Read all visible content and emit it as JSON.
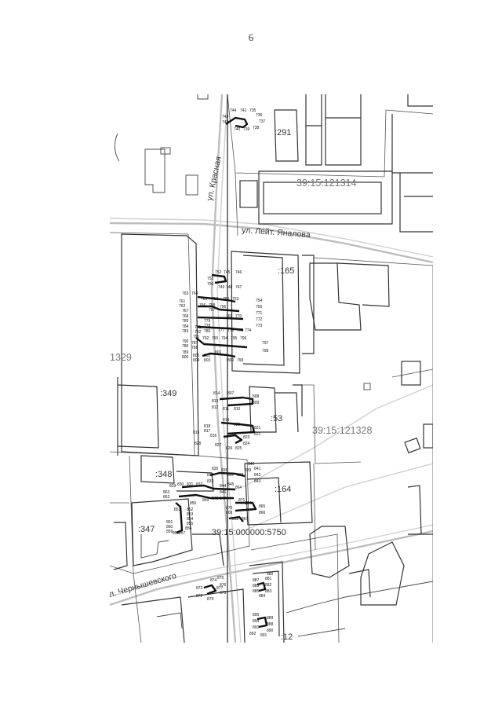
{
  "page": {
    "number": "6"
  },
  "streets": {
    "krasnaya": "ул. Красная",
    "yanalova": "ул. Лейт. Яналова",
    "chernyshevskogo": "л. Чернышевского"
  },
  "cadastral": {
    "block_121314": "39:15:121314",
    "block_121328": "39:15:121328",
    "parcel_5750": "39:15:000000:5750",
    "parcel_1329": "1329",
    "parcel_291": ":291",
    "parcel_165": ":165",
    "parcel_349": ":349",
    "parcel_53": ":53",
    "parcel_348": ":348",
    "parcel_164": ":164",
    "parcel_347": ":347",
    "parcel_12": ":12"
  },
  "points": {
    "p735": "735",
    "p736": "736",
    "p737": "737",
    "p738": "738",
    "p739": "739",
    "p740": "740",
    "p741": "741",
    "p742": "742",
    "p743": "743",
    "p744": "744",
    "p745": "745",
    "p746": "746",
    "p747": "747",
    "p748": "748",
    "p749": "749",
    "p750": "750",
    "p751": "751",
    "p752": "752",
    "p753": "753",
    "p754": "754",
    "p755": "755",
    "p756": "756",
    "p757": "757",
    "p758": "758",
    "p759": "759",
    "p760": "760",
    "p761": "761",
    "p762": "762",
    "p763": "763",
    "p764": "764",
    "p765": "765",
    "p766": "766",
    "p767": "767",
    "p768": "768",
    "p769": "769",
    "p770": "770",
    "p771": "771",
    "p772": "772",
    "p773": "773",
    "p774": "774",
    "p775": "775",
    "p776": "776",
    "p777": "777",
    "p778": "778",
    "p779": "779",
    "p780": "780",
    "p781": "781",
    "p782": "782",
    "p783": "783",
    "p784": "784",
    "p785": "785",
    "p786": "786",
    "p787": "787",
    "p788": "788",
    "p789": "789",
    "p790": "790",
    "p791": "791",
    "p792": "792",
    "p793": "793",
    "p794": "794",
    "p795": "795",
    "p796": "796",
    "p797": "797",
    "p798": "798",
    "p799": "799",
    "p800": "800",
    "p801": "801",
    "p802": "802",
    "p803": "803",
    "p804": "804",
    "p805": "805",
    "p806": "806",
    "p807": "807",
    "p808": "808",
    "p809": "809",
    "p810": "810",
    "p811": "811",
    "p812": "812",
    "p813": "813",
    "p814": "814",
    "p815": "815",
    "p816": "816",
    "p817": "817",
    "p818": "818",
    "p819": "819",
    "p820": "820",
    "p821": "821",
    "p822": "822",
    "p823": "823",
    "p824": "824",
    "p825": "825",
    "p826": "826",
    "p827": "827",
    "p828": "828",
    "p829": "829",
    "p830": "830",
    "p831": "831",
    "p832": "832",
    "p833": "833",
    "p834": "834",
    "p835": "835",
    "p836": "836",
    "p837": "837",
    "p838": "838",
    "p839": "839",
    "p840": "840",
    "p841": "841",
    "p842": "842",
    "p843": "843",
    "p844": "844",
    "p845": "845",
    "p846": "846",
    "p847": "847",
    "p848": "848",
    "p849": "849",
    "p850": "850",
    "p851": "851",
    "p852": "852",
    "p853": "853",
    "p854": "854",
    "p855": "855",
    "p856": "856",
    "p857": "857",
    "p858": "858",
    "p859": "859",
    "p860": "860",
    "p861": "861",
    "p862": "862",
    "p863": "863",
    "p864": "864",
    "p865": "865",
    "p866": "866",
    "p867": "867",
    "p868": "868",
    "p869": "869",
    "p870": "870",
    "p871": "871",
    "p872": "872",
    "p873": "873",
    "p874": "874",
    "p875": "875",
    "p876": "876",
    "p877": "877",
    "p878": "878",
    "p879": "879",
    "p880": "880",
    "p881": "881",
    "p882": "882",
    "p883": "883",
    "p884": "884",
    "p885": "885",
    "p886": "886",
    "p887": "887",
    "p888": "888",
    "p889": "889",
    "p890": "890",
    "p891": "891",
    "p892": "892",
    "p893": "893",
    "p894": "894",
    "p895": "895"
  },
  "colors": {
    "road_fill": "#bdbdbd",
    "building_stroke": "#333333",
    "cadastral_label": "#777777",
    "cable": "#111111"
  }
}
